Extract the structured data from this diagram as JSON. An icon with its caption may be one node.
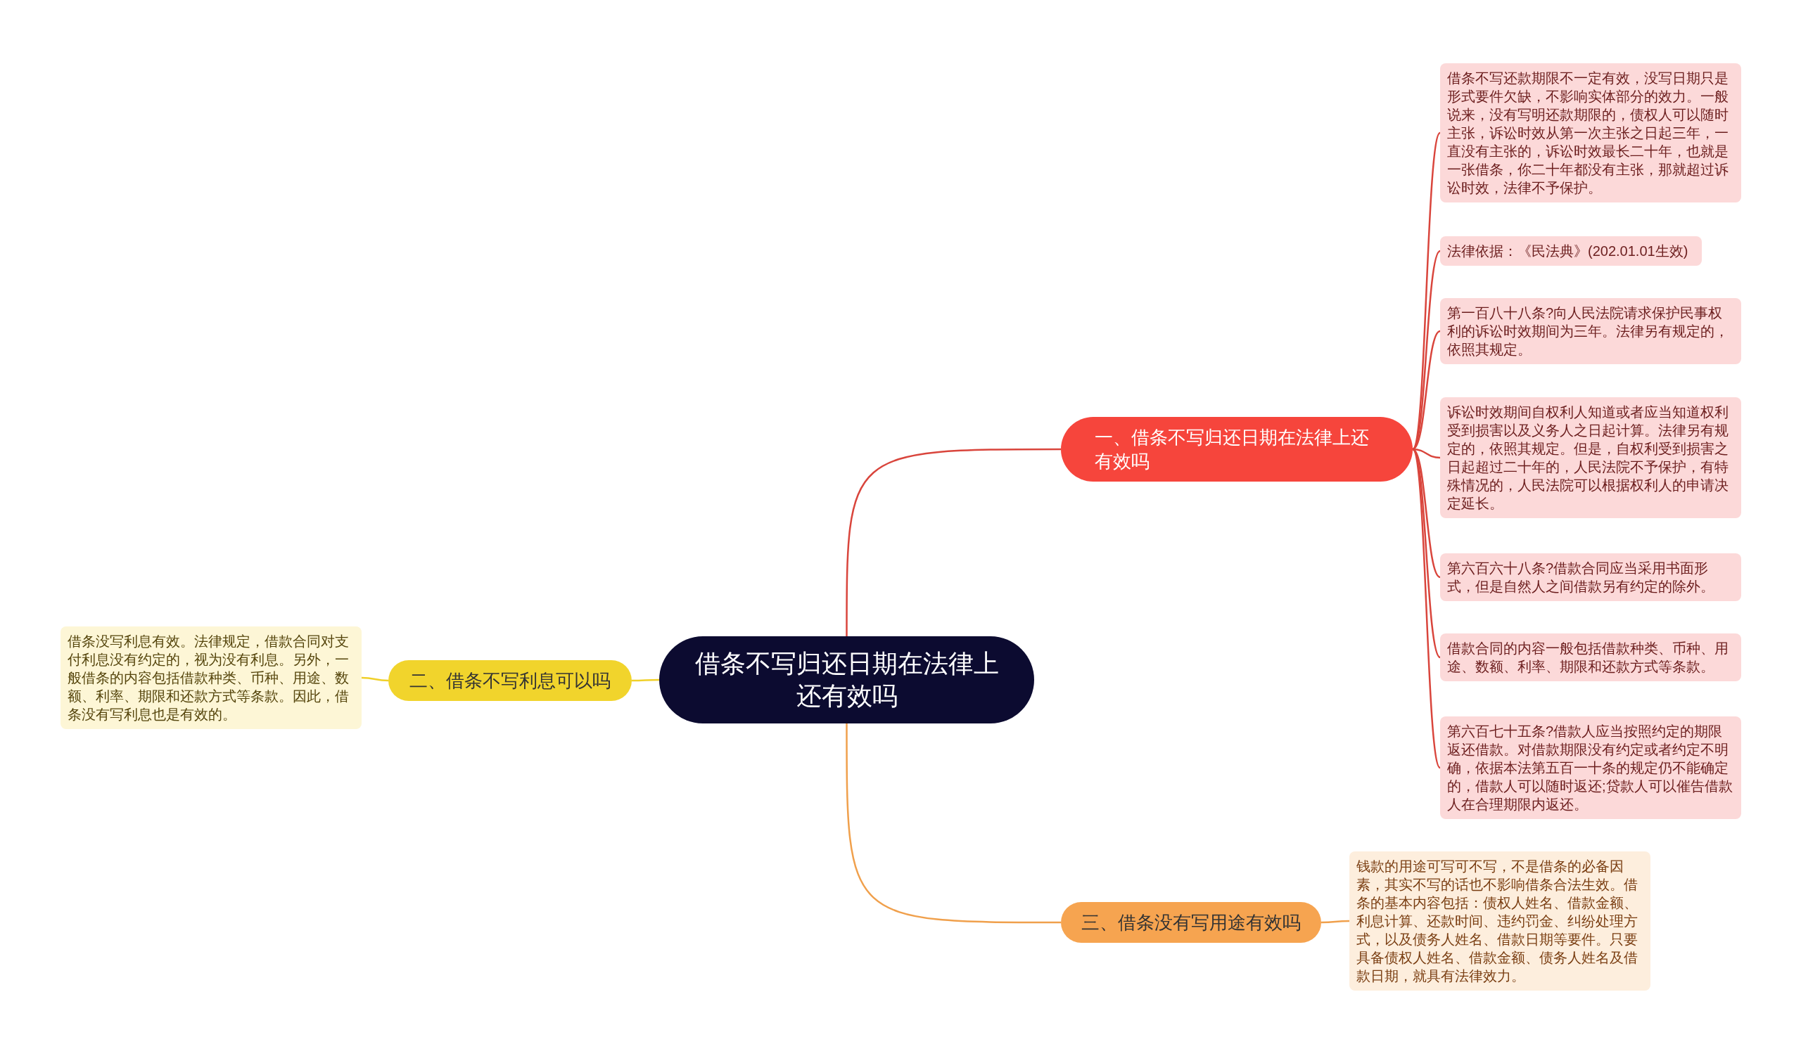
{
  "diagram": {
    "nodes": [
      {
        "text": [
          "借条不写归还日期在法律上还有效吗"
        ]
      },
      {
        "text": [
          "一、借条不写归还日期在法律上还有效吗"
        ]
      },
      {
        "text": [
          "借条不写还款期限不一定有效，没写日期只是形式要件欠缺，不影响实体部分的效力。一般说来，没有写明还款期限的，债权人可以随时主张，诉讼时效从第一次主张之日起三年，一直没有主张的，诉讼时效最长二十年，也就是一张借条，你二十年都没有主张，那就超过诉讼时效，法律不予保护。"
        ]
      },
      {
        "text": [
          "法律依据：《民法典》(202.01.01生效)"
        ]
      },
      {
        "text": [
          "第一百八十八条?向人民法院请求保护民事权利的诉讼时效期间为三年。法律另有规定的，依照其规定。"
        ]
      },
      {
        "text": [
          "诉讼时效期间自权利人知道或者应当知道权利受到损害以及义务人之日起计算。法律另有规定的，依照其规定。但是，自权利受到损害之日起超过二十年的，人民法院不予保护，有特殊情况的，人民法院可以根据权利人的申请决定延长。"
        ]
      },
      {
        "text": [
          "第六百六十八条?借款合同应当采用书面形式，但是自然人之间借款另有约定的除外。"
        ]
      },
      {
        "text": [
          "借款合同的内容一般包括借款种类、币种、用途、数额、利率、期限和还款方式等条款。"
        ]
      },
      {
        "text": [
          "第六百七十五条?借款人应当按照约定的期限返还借款。对借款期限没有约定或者约定不明确，依据本法第五百一十条的规定仍不能确定的，借款人可以随时返还;贷款人可以催告借款人在合理期限内返还。"
        ]
      },
      {
        "text": [
          "二、借条不写利息可以吗"
        ]
      },
      {
        "text": [
          "借条没写利息有效。法律规定，借款合同对支付利息没有约定的，视为没有利息。另外，一般借条的内容包括借款种类、币种、用途、数额、利率、期限和还款方式等条款。因此，借条没有写利息也是有效的。"
        ]
      },
      {
        "text": [
          "三、借条没有写用途有效吗"
        ]
      },
      {
        "text": [
          "钱款的用途可写可不写，不是借条的必备因素，其实不写的话也不影响借条合法生效。借条的基本内容包括：债权人姓名、借款金额、利息计算、还款时间、违约罚金、纠纷处理方式，以及债务人姓名、借款日期等要件。只要具备债权人姓名、借款金额、债务人姓名及借款日期，就具有法律效力。"
        ]
      }
    ],
    "edges": [
      {
        "from": 0,
        "to": 1,
        "arrow": "none"
      },
      {
        "from": 1,
        "to": 2,
        "arrow": "none"
      },
      {
        "from": 1,
        "to": 3,
        "arrow": "none"
      },
      {
        "from": 1,
        "to": 4,
        "arrow": "none"
      },
      {
        "from": 1,
        "to": 5,
        "arrow": "none"
      },
      {
        "from": 1,
        "to": 6,
        "arrow": "none"
      },
      {
        "from": 1,
        "to": 7,
        "arrow": "none"
      },
      {
        "from": 1,
        "to": 8,
        "arrow": "none"
      },
      {
        "from": 0,
        "to": 9,
        "arrow": "none",
        "color": "#f0d02a"
      },
      {
        "from": 9,
        "to": 10,
        "arrow": "none",
        "color": "#f0d02a"
      },
      {
        "from": 0,
        "to": 11,
        "arrow": "none",
        "color": "#f0a04c"
      },
      {
        "from": 11,
        "to": 12,
        "arrow": "none",
        "color": "#f0a04c"
      }
    ]
  }
}
